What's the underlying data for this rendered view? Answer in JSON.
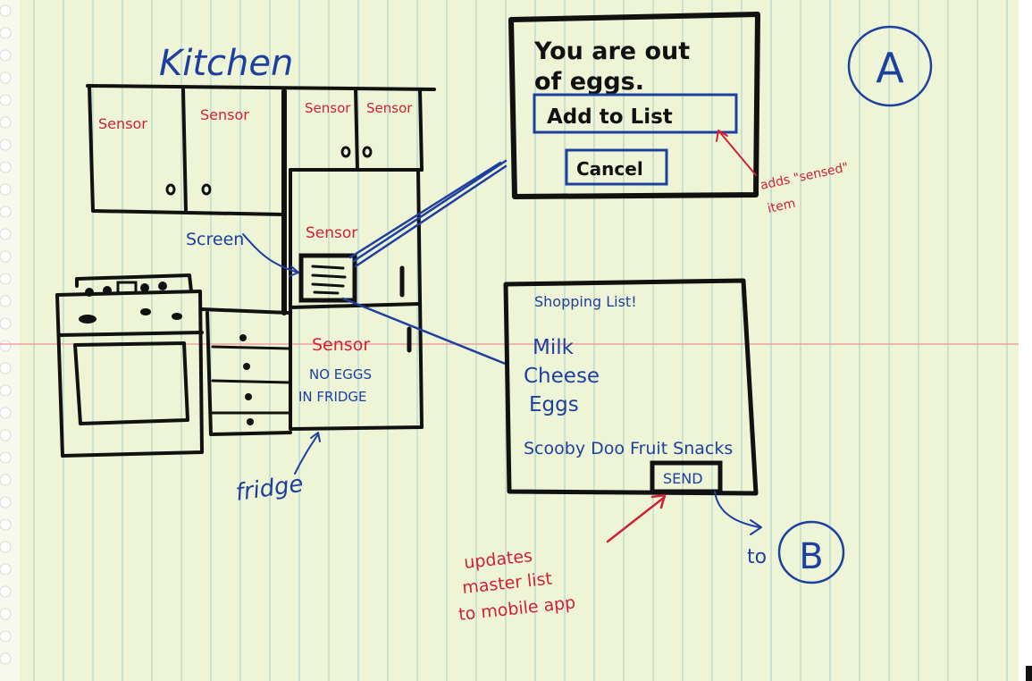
{
  "colors": {
    "paper": "#eef5d6",
    "rule_lines": "#a9cfc9",
    "margin_line": "#f0a0a0",
    "black_ink": "#111111",
    "blue_ink": "#1d3f9e",
    "red_ink": "#d0203a"
  },
  "kitchen": {
    "title": "Kitchen",
    "sensor_label": "Sensor",
    "screen_label": "Screen",
    "fridge_label": "fridge",
    "fridge_note_line1": "NO EGGS",
    "fridge_note_line2": "IN FRIDGE"
  },
  "alert_screen": {
    "message_line1": "You are out",
    "message_line2": "of eggs.",
    "add_button": "Add to List",
    "cancel_button": "Cancel",
    "annotation_line1": "adds \"sensed\"",
    "annotation_line2": "item"
  },
  "shopping_screen": {
    "title": "Shopping List!",
    "items": [
      "Milk",
      "Cheese",
      "Eggs",
      "Scooby Doo Fruit Snacks"
    ],
    "send_button": "SEND",
    "annotation_lines": [
      "updates",
      "master list",
      "to mobile app"
    ]
  },
  "badges": {
    "screen_a": "A",
    "screen_b": "B",
    "to_text": "to"
  }
}
